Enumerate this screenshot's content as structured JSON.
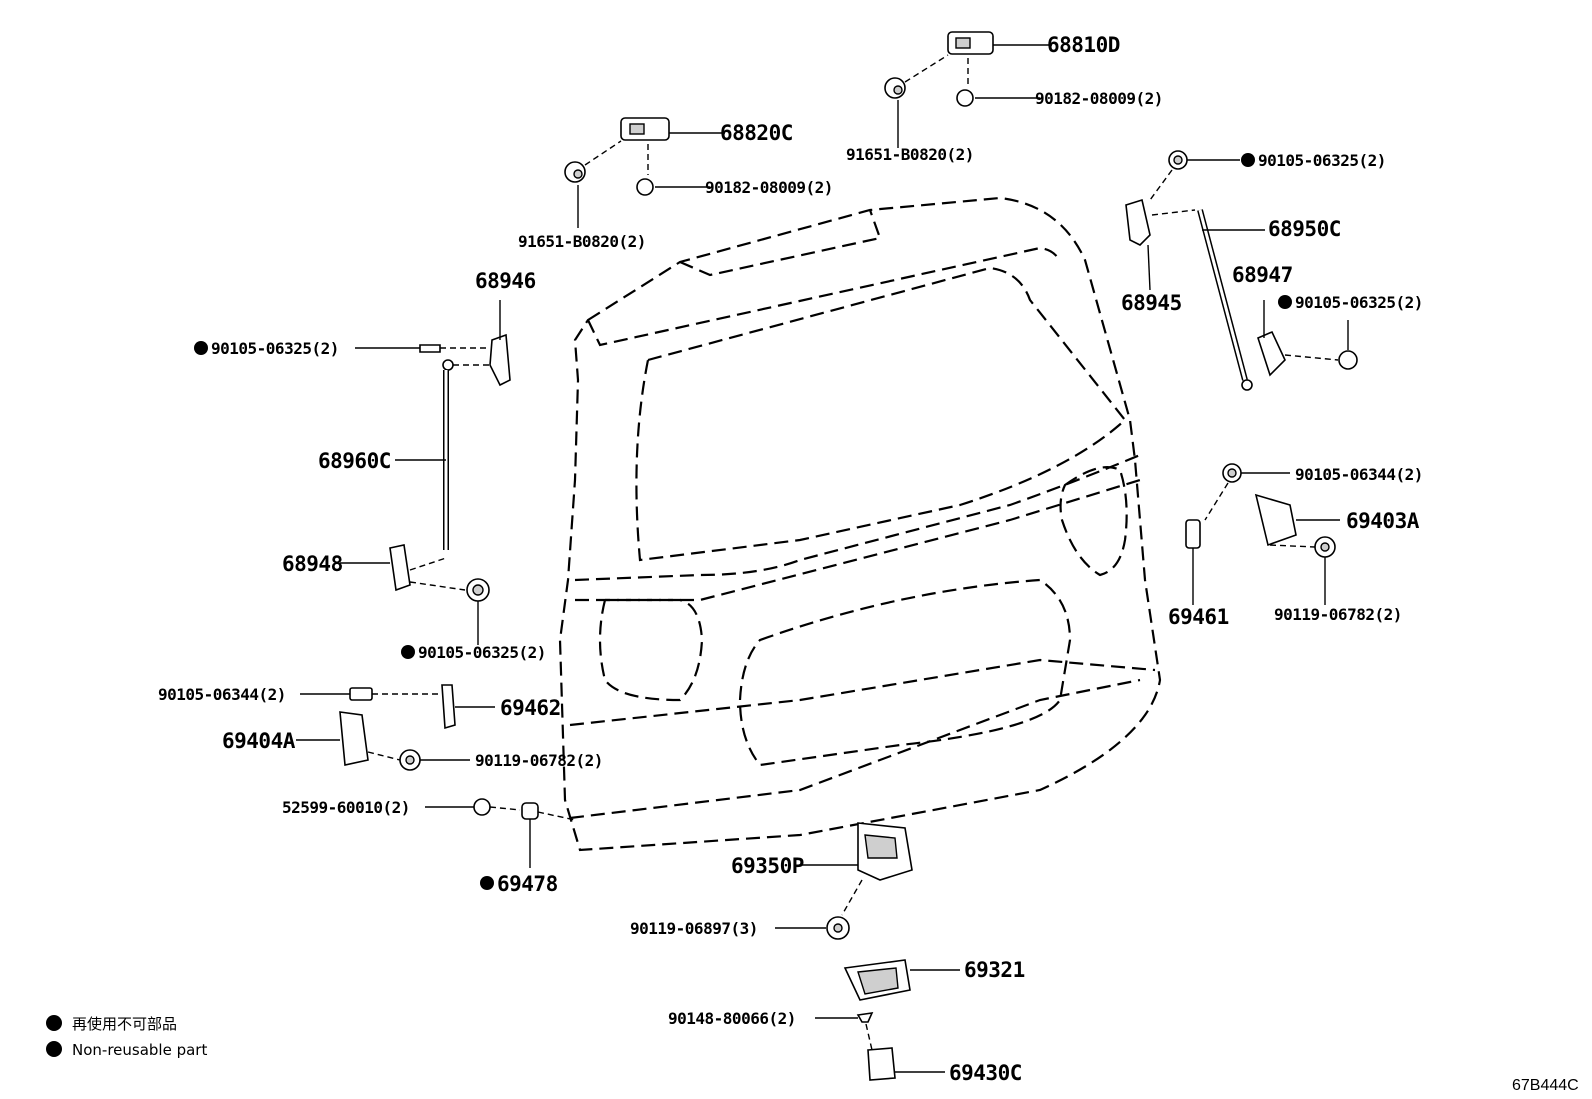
{
  "diagram": {
    "drawing_code": "67B444C",
    "legend": {
      "japanese": "再使用不可部品",
      "english": "Non-reusable part"
    },
    "parts": {
      "p68810D": "68810D",
      "p90182_top": "90182-08009(2)",
      "p91651_top": "91651-B0820(2)",
      "p68820C": "68820C",
      "p90182_mid": "90182-08009(2)",
      "p91651_mid": "91651-B0820(2)",
      "p90105_rt_top": "90105-06325(2)",
      "p68950C": "68950C",
      "p68945": "68945",
      "p68947": "68947",
      "p90105_rt_mid": "90105-06325(2)",
      "p68946": "68946",
      "p90105_lt_top": "90105-06325(2)",
      "p68960C": "68960C",
      "p68948": "68948",
      "p90105_lt_low": "90105-06325(2)",
      "p90105_06344_rt": "90105-06344(2)",
      "p69403A": "69403A",
      "p69461": "69461",
      "p90119_rt": "90119-06782(2)",
      "p90105_06344_lt": "90105-06344(2)",
      "p69462": "69462",
      "p69404A": "69404A",
      "p90119_lt": "90119-06782(2)",
      "p52599": "52599-60010(2)",
      "p69478": "69478",
      "p69350P": "69350P",
      "p90119_06897": "90119-06897(3)",
      "p69321": "69321",
      "p90148": "90148-80066(2)",
      "p69430C": "69430C"
    }
  }
}
